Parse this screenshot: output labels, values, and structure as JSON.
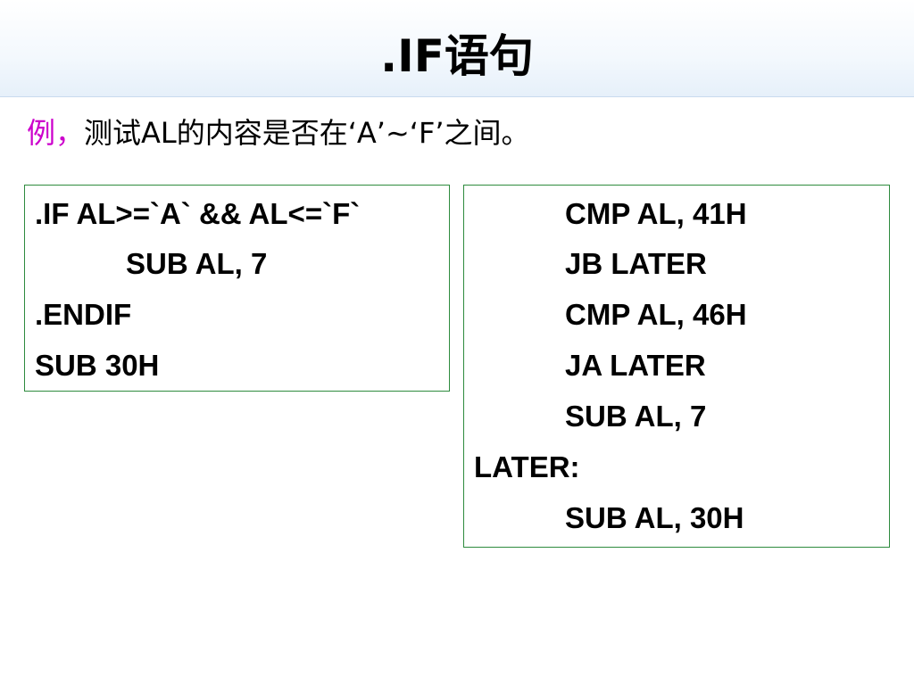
{
  "title": ".IF语句",
  "example": {
    "label": "例，",
    "text": "测试AL的内容是否在‘A’~‘F’之间。"
  },
  "left_code": [
    ".IF AL>=`A` && AL<=`F`",
    "SUB AL, 7",
    ".ENDIF",
    "SUB 30H"
  ],
  "right_code": [
    "CMP AL, 41H",
    "JB LATER",
    "CMP AL, 46H",
    "JA LATER",
    "SUB AL, 7",
    "LATER:",
    "SUB AL, 30H"
  ]
}
